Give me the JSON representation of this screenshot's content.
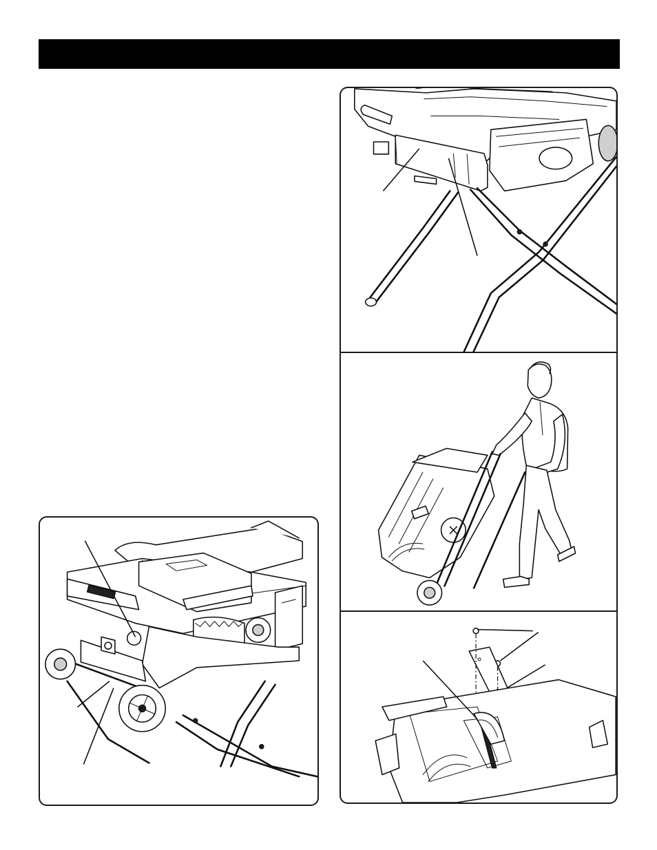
{
  "header": {
    "title": "",
    "bar_color": "#000000"
  },
  "figures": [
    {
      "id": "stand-mount",
      "callout_count": 2
    },
    {
      "id": "person-transport",
      "callout_count": 0
    },
    {
      "id": "throat-plate",
      "callout_count": 2
    },
    {
      "id": "wheel-assembly",
      "callout_count": 3
    }
  ]
}
